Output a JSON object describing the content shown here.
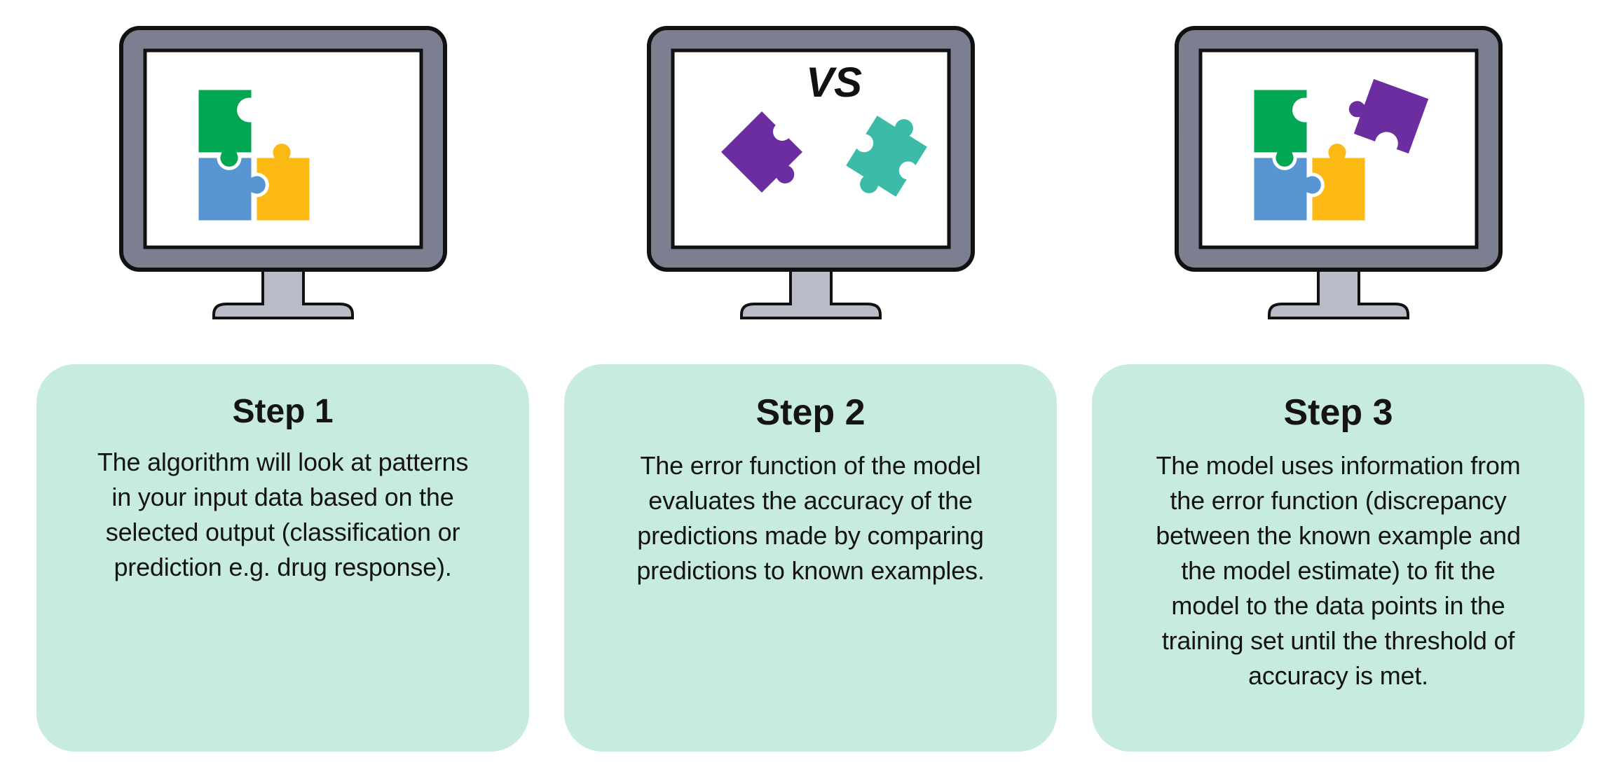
{
  "page": {
    "background": "#ffffff",
    "description_tag": "three-step machine learning model fitting infographic"
  },
  "colors": {
    "card_bg": "#c7ebe1",
    "monitor_frame": "#7b7f90",
    "monitor_stand": "#b9bcc7",
    "outline": "#111111",
    "screen": "#ffffff",
    "puzzle_green": "#00a651",
    "puzzle_blue": "#5896d3",
    "puzzle_yellow": "#fdb913",
    "puzzle_purple": "#6c2da0",
    "puzzle_teal": "#3cbca8",
    "text": "#141414"
  },
  "columns": [
    {
      "monitor": {
        "illustration": "puzzle-three-pieces-assembled",
        "pieces": [
          "green",
          "blue",
          "yellow"
        ]
      },
      "card": {
        "title": "Step 1",
        "body": "The algorithm will look at patterns\nin your input data based on the\nselected output (classification or\nprediction e.g. drug response)."
      }
    },
    {
      "monitor": {
        "illustration": "puzzle-piece-versus-puzzle-piece",
        "pieces": [
          "purple",
          "teal"
        ],
        "vs_label": "VS"
      },
      "card": {
        "title": "Step 2",
        "body": "The error function of the model\nevaluates the accuracy of the\npredictions made by comparing\npredictions to known examples."
      }
    },
    {
      "monitor": {
        "illustration": "puzzle-four-pieces-fitting-last-piece",
        "pieces": [
          "green",
          "blue",
          "yellow",
          "purple"
        ]
      },
      "card": {
        "title": "Step 3",
        "body": "The model uses information from\nthe error function (discrepancy\nbetween the known example and\nthe model estimate) to fit the\nmodel to the data points in the\ntraining set until the threshold of\naccuracy is met."
      }
    }
  ]
}
